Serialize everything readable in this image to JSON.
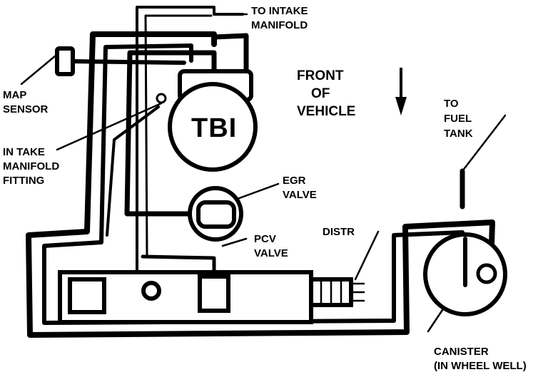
{
  "labels": {
    "to_intake_1": "TO INTAKE",
    "to_intake_2": "MANIFOLD",
    "map_1": "MAP",
    "map_2": "SENSOR",
    "front_1": "FRONT",
    "front_2": "OF",
    "front_3": "VEHICLE",
    "tbi": "TBI",
    "to_fuel_1": "TO",
    "to_fuel_2": "FUEL",
    "to_fuel_3": "TANK",
    "intake_fit_1": "IN TAKE",
    "intake_fit_2": "MANIFOLD",
    "intake_fit_3": "FITTING",
    "egr_1": "EGR",
    "egr_2": "VALVE",
    "pcv_1": "PCV",
    "pcv_2": "VALVE",
    "distr": "DISTR",
    "canister_1": "CANISTER",
    "canister_2": "(IN WHEEL WELL)"
  },
  "colors": {
    "ink": "#000000",
    "paper": "#ffffff"
  }
}
